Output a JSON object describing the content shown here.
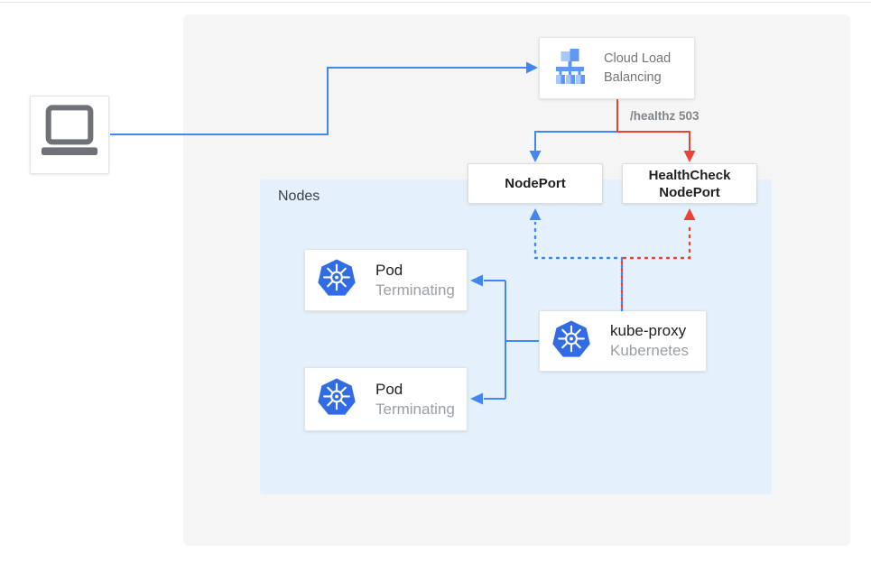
{
  "nodes": {
    "client": {
      "icon": "laptop-icon"
    },
    "cloud_load_balancing": {
      "label": "Cloud Load Balancing",
      "icon": "load-balancer-icon"
    },
    "nodeport": {
      "label": "NodePort"
    },
    "healthcheck_nodeport": {
      "label": "HealthCheck NodePort"
    },
    "nodes_group": {
      "label": "Nodes"
    },
    "pod_1": {
      "title": "Pod",
      "status": "Terminating",
      "icon": "kubernetes-icon"
    },
    "pod_2": {
      "title": "Pod",
      "status": "Terminating",
      "icon": "kubernetes-icon"
    },
    "kube_proxy": {
      "title": "kube-proxy",
      "subtitle": "Kubernetes",
      "icon": "kubernetes-icon"
    }
  },
  "edges": [
    {
      "from": "client",
      "to": "cloud_load_balancing",
      "style": "solid",
      "color": "blue"
    },
    {
      "from": "cloud_load_balancing",
      "to": "nodeport",
      "style": "solid",
      "color": "blue"
    },
    {
      "from": "cloud_load_balancing",
      "to": "healthcheck_nodeport",
      "style": "solid",
      "color": "red",
      "label": "/healthz 503"
    },
    {
      "from": "kube_proxy",
      "to": "nodeport",
      "style": "dotted",
      "color": "blue"
    },
    {
      "from": "kube_proxy",
      "to": "healthcheck_nodeport",
      "style": "dotted",
      "color": "red"
    },
    {
      "from": "kube_proxy",
      "to": "pod_1",
      "style": "solid",
      "color": "blue"
    },
    {
      "from": "kube_proxy",
      "to": "pod_2",
      "style": "solid",
      "color": "blue"
    }
  ],
  "colors": {
    "traffic_blue": "#4285f4",
    "health_red": "#ea4335",
    "kubernetes_blue": "#326ce5",
    "clb_icon_blue": "#5e97f6",
    "clb_icon_light_blue": "#a6c8fa",
    "nodes_bg": "#e4f1fc",
    "panel_bg": "#f5f5f5",
    "card_border": "#e1e3e5",
    "title_text": "#212121",
    "muted_text": "#9aa0a6",
    "label_text": "#757575",
    "healthz_text": "#80868b",
    "nodes_label_text": "#3c4043",
    "laptop_gray": "#6f7377"
  }
}
